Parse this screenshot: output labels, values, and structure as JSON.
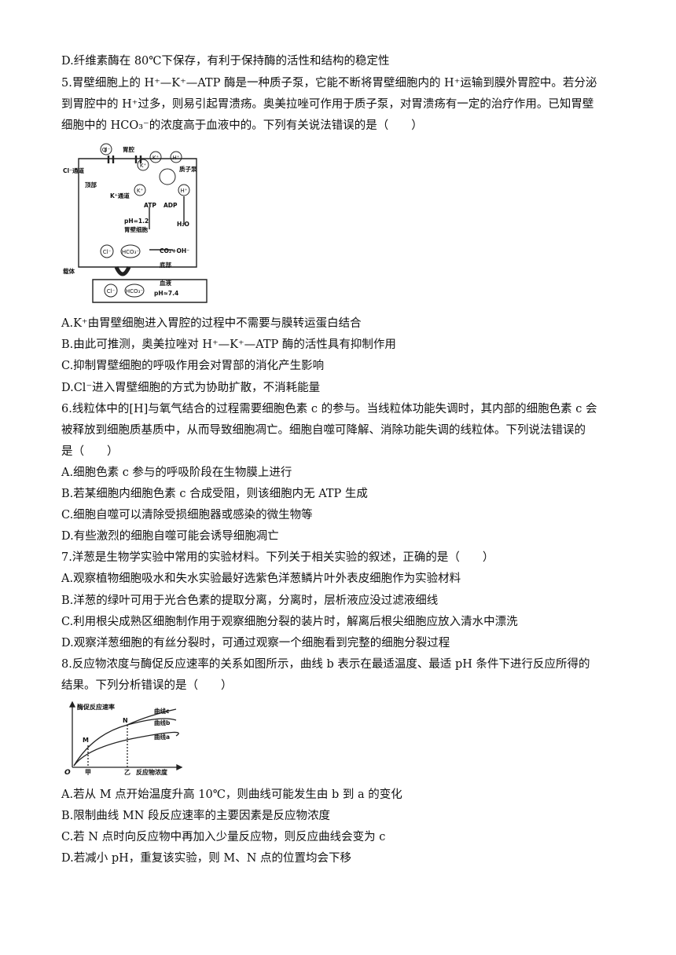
{
  "lines": {
    "q4d": "D.纤维素酶在 80℃下保存，有利于保持酶的活性和结构的稳定性",
    "q5a": "5.胃壁细胞上的 H⁺—K⁺—ATP 酶是一种质子泵，它能不断将胃壁细胞内的 H⁺运输到膜外胃腔中。若分泌",
    "q5b": "到胃腔中的 H⁺过多，则易引起胃溃疡。奥美拉唑可作用于质子泵，对胃溃疡有一定的治疗作用。已知胃壁",
    "q5c": "细胞中的 HCO₃⁻的浓度高于血液中的。下列有关说法错误的是（　　）",
    "q5_A": "A.K⁺由胃壁细胞进入胃腔的过程中不需要与膜转运蛋白结合",
    "q5_B": "B.由此可推测，奥美拉唑对 H⁺—K⁺—ATP 酶的活性具有抑制作用",
    "q5_C": "C.抑制胃壁细胞的呼吸作用会对胃部的消化产生影响",
    "q5_D": "D.Cl⁻进入胃壁细胞的方式为协助扩散，不消耗能量",
    "q6a": "6.线粒体中的[H]与氧气结合的过程需要细胞色素 c 的参与。当线粒体功能失调时，其内部的细胞色素 c 会",
    "q6b": "被释放到细胞质基质中，从而导致细胞凋亡。细胞自噬可降解、消除功能失调的线粒体。下列说法错误的",
    "q6c": "是（　　）",
    "q6_A": "A.细胞色素 c 参与的呼吸阶段在生物膜上进行",
    "q6_B": "B.若某细胞内细胞色素 c 合成受阻，则该细胞内无 ATP 生成",
    "q6_C": "C.细胞自噬可以清除受损细胞器或感染的微生物等",
    "q6_D": "D.有些激烈的细胞自噬可能会诱导细胞凋亡",
    "q7a": "7.洋葱是生物学实验中常用的实验材料。下列关于相关实验的叙述，正确的是（　　）",
    "q7_A": "A.观察植物细胞吸水和失水实验最好选紫色洋葱鳞片叶外表皮细胞作为实验材料",
    "q7_B": "B.洋葱的绿叶可用于光合色素的提取分离，分离时，层析液应没过滤液细线",
    "q7_C": "C.利用根尖成熟区细胞制作用于观察细胞分裂的装片时，解离后根尖细胞应放入清水中漂洗",
    "q7_D": "D.观察洋葱细胞的有丝分裂时，可通过观察一个细胞看到完整的细胞分裂过程",
    "q8a": "8.反应物浓度与酶促反应速率的关系如图所示，曲线 b 表示在最适温度、最适 pH 条件下进行反应所得的",
    "q8b": "结果。下列分析错误的是（　　）",
    "q8_A": "A.若从 M 点开始温度升高 10℃，则曲线可能发生由 b 到 a 的变化",
    "q8_B": "B.限制曲线 MN 段反应速率的主要因素是反应物浓度",
    "q8_C": "C.若 N 点时向反应物中再加入少量反应物，则反应曲线会变为 c",
    "q8_D": "D.若减小 pH，重复该实验，则 M、N 点的位置均会下移"
  },
  "fig1": {
    "cl": "Cl⁻",
    "k": "K⁺",
    "h": "H⁺",
    "hco3": "HCO₃⁻",
    "wei_qiang": "胃腔",
    "cl_channel": "Cl⁻通道",
    "ding_bu": "顶部",
    "k_channel": "K⁺通道",
    "proton_pump": "质子泵",
    "atp": "ATP",
    "adp": "ADP",
    "h2o": "H₂O",
    "ph12": "pH=1.2",
    "cell_name": "胃壁细胞",
    "co2oh": "CO₂+OH⁻",
    "di_bu": "底部",
    "carrier": "载体",
    "blood": "血液",
    "ph74": "pH≈7.4"
  },
  "fig2": {
    "ylabel": "酶促反应速率",
    "xlabel": "反应物浓度",
    "origin": "O",
    "x_ticks": [
      "甲",
      "乙"
    ],
    "point_m": "M",
    "point_n": "N",
    "curves": [
      "曲线c",
      "曲线b",
      "曲线a"
    ]
  }
}
